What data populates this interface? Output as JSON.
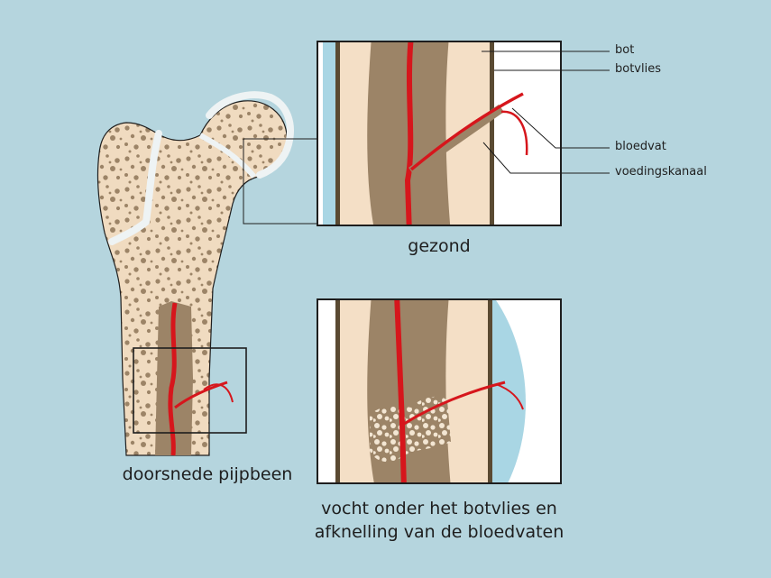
{
  "labels": {
    "bot": "bot",
    "botvlies": "botvlies",
    "bloedvat": "bloedvat",
    "voedingskanaal": "voedingskanaal"
  },
  "captions": {
    "femur": "doorsnede pijpbeen",
    "healthy": "gezond",
    "condition_line1": "vocht onder het botvlies en",
    "condition_line2": "afknelling van de bloedvaten"
  },
  "colors": {
    "background": "#b5d5de",
    "bone": "#f4dfc6",
    "marrow": "#9c8467",
    "vessel": "#d6161c",
    "periosteum": "#5a4a32",
    "cartilage": "#eef3f4",
    "fluid": "#a9d6e4",
    "outline": "#1e1e1e"
  }
}
